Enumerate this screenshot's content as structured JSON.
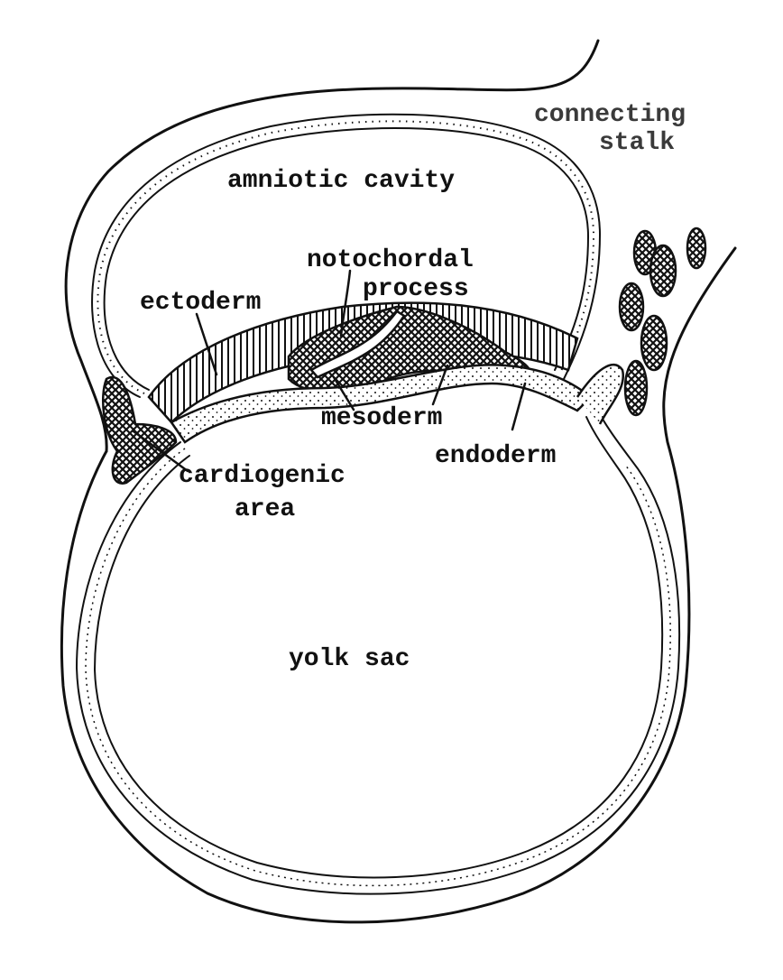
{
  "diagram": {
    "labels": {
      "connecting_stalk_line1": "connecting",
      "connecting_stalk_line2": "stalk",
      "amniotic_cavity": "amniotic cavity",
      "notochordal_line1": "notochordal",
      "notochordal_line2": "process",
      "ectoderm": "ectoderm",
      "mesoderm": "mesoderm",
      "endoderm": "endoderm",
      "cardiogenic_line1": "cardiogenic",
      "cardiogenic_line2": "area",
      "yolk_sac": "yolk sac"
    }
  }
}
